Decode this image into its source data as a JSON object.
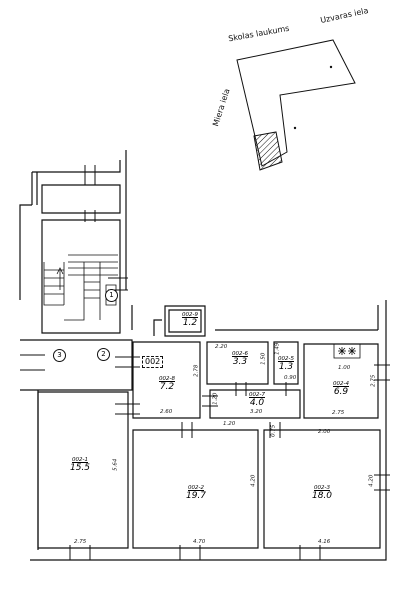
{
  "streets": {
    "skolas": "Skolas laukums",
    "uzvaras": "Uzvaras iela",
    "miera": "Miera iela"
  },
  "unit_label": "002",
  "entrances": [
    "1",
    "2",
    "3"
  ],
  "rooms": [
    {
      "id": "002-1",
      "area": "15.5"
    },
    {
      "id": "002-2",
      "area": "19.7"
    },
    {
      "id": "002-3",
      "area": "18.0"
    },
    {
      "id": "002-4",
      "area": "6.9"
    },
    {
      "id": "002-5",
      "area": "1.3"
    },
    {
      "id": "002-6",
      "area": "3.3"
    },
    {
      "id": "002-7",
      "area": "4.0"
    },
    {
      "id": "002-8",
      "area": "7.2"
    },
    {
      "id": "002-9",
      "area": "1.2"
    }
  ],
  "dimensions": {
    "d_2_75_bottom": "2.75",
    "d_4_70": "4.70",
    "d_4_16": "4.16",
    "d_5_64": "5.64",
    "d_4_20_a": "4.20",
    "d_4_20_b": "4.20",
    "d_2_60": "2.60",
    "d_2_78": "2.78",
    "d_2_20": "2.20",
    "d_1_50": "1.50",
    "d_1_49": "1.49",
    "d_0_90": "0.90",
    "d_1_00": "1.00",
    "d_2_75_r": "2.75",
    "d_2_75_room4": "2.75",
    "d_1_20_a": "1.20",
    "d_1_20_b": "1.20",
    "d_3_20": "3.20",
    "d_0_75": "0.75",
    "d_2_00": "2.00"
  }
}
